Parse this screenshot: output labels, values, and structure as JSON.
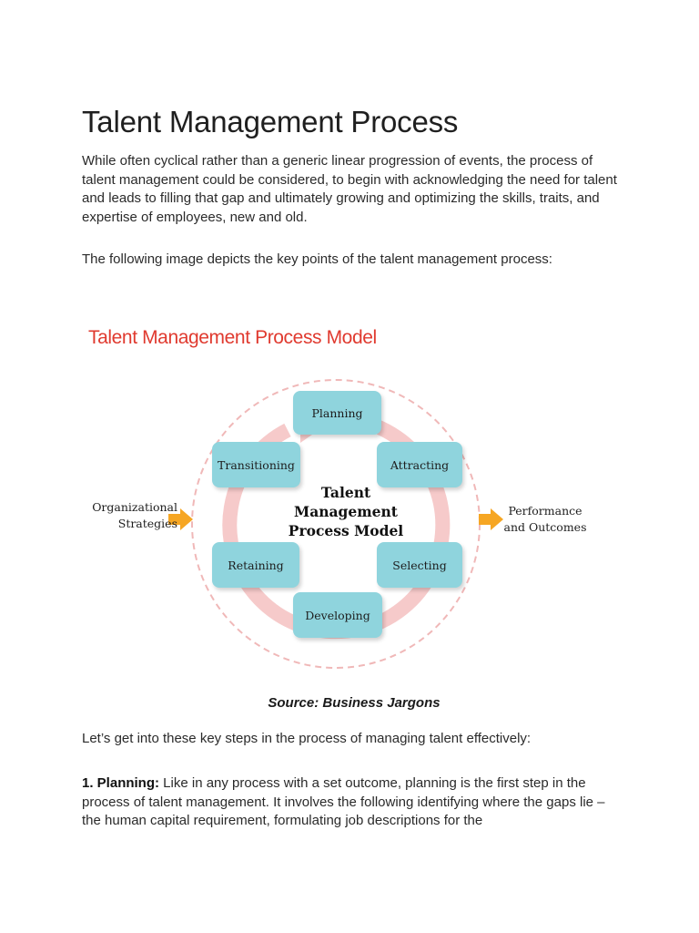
{
  "heading": "Talent Management Process",
  "intro": "While often cyclical rather than a generic linear progression of events, the process of talent management could be considered, to begin with acknowledging the need for talent and leads to filling that gap and ultimately growing and optimizing the skills, traits, and expertise of employees, new and old.",
  "image_intro": "The following image depicts the key points of the talent management process:",
  "figure": {
    "title": "Talent Management Process Model",
    "center_label": "Talent Management Process Model",
    "center_lines": [
      "Talent",
      "Management",
      "Process Model"
    ],
    "steps": {
      "planning": "Planning",
      "attracting": "Attracting",
      "selecting": "Selecting",
      "developing": "Developing",
      "retaining": "Retaining",
      "transitioning": "Transitioning"
    },
    "input_label": [
      "Organizational",
      "Strategies"
    ],
    "output_label": [
      "Performance",
      "and Outcomes"
    ],
    "colors": {
      "title": "#e03a2f",
      "box": "#8fd4dd",
      "cycle_arrow": "#f6caca",
      "dashed_circle": "#f0b8b8",
      "side_arrow": "#f6a623"
    }
  },
  "source": "Source: Business Jargons",
  "steps_intro": "Let’s get into these key steps in the process of managing talent effectively:",
  "step1": {
    "lead": "1. Planning:",
    "text": " Like in any process with a set outcome, planning is the first step in the process of talent management. It involves the following identifying where the gaps lie – the human capital requirement, formulating job descriptions for the"
  }
}
